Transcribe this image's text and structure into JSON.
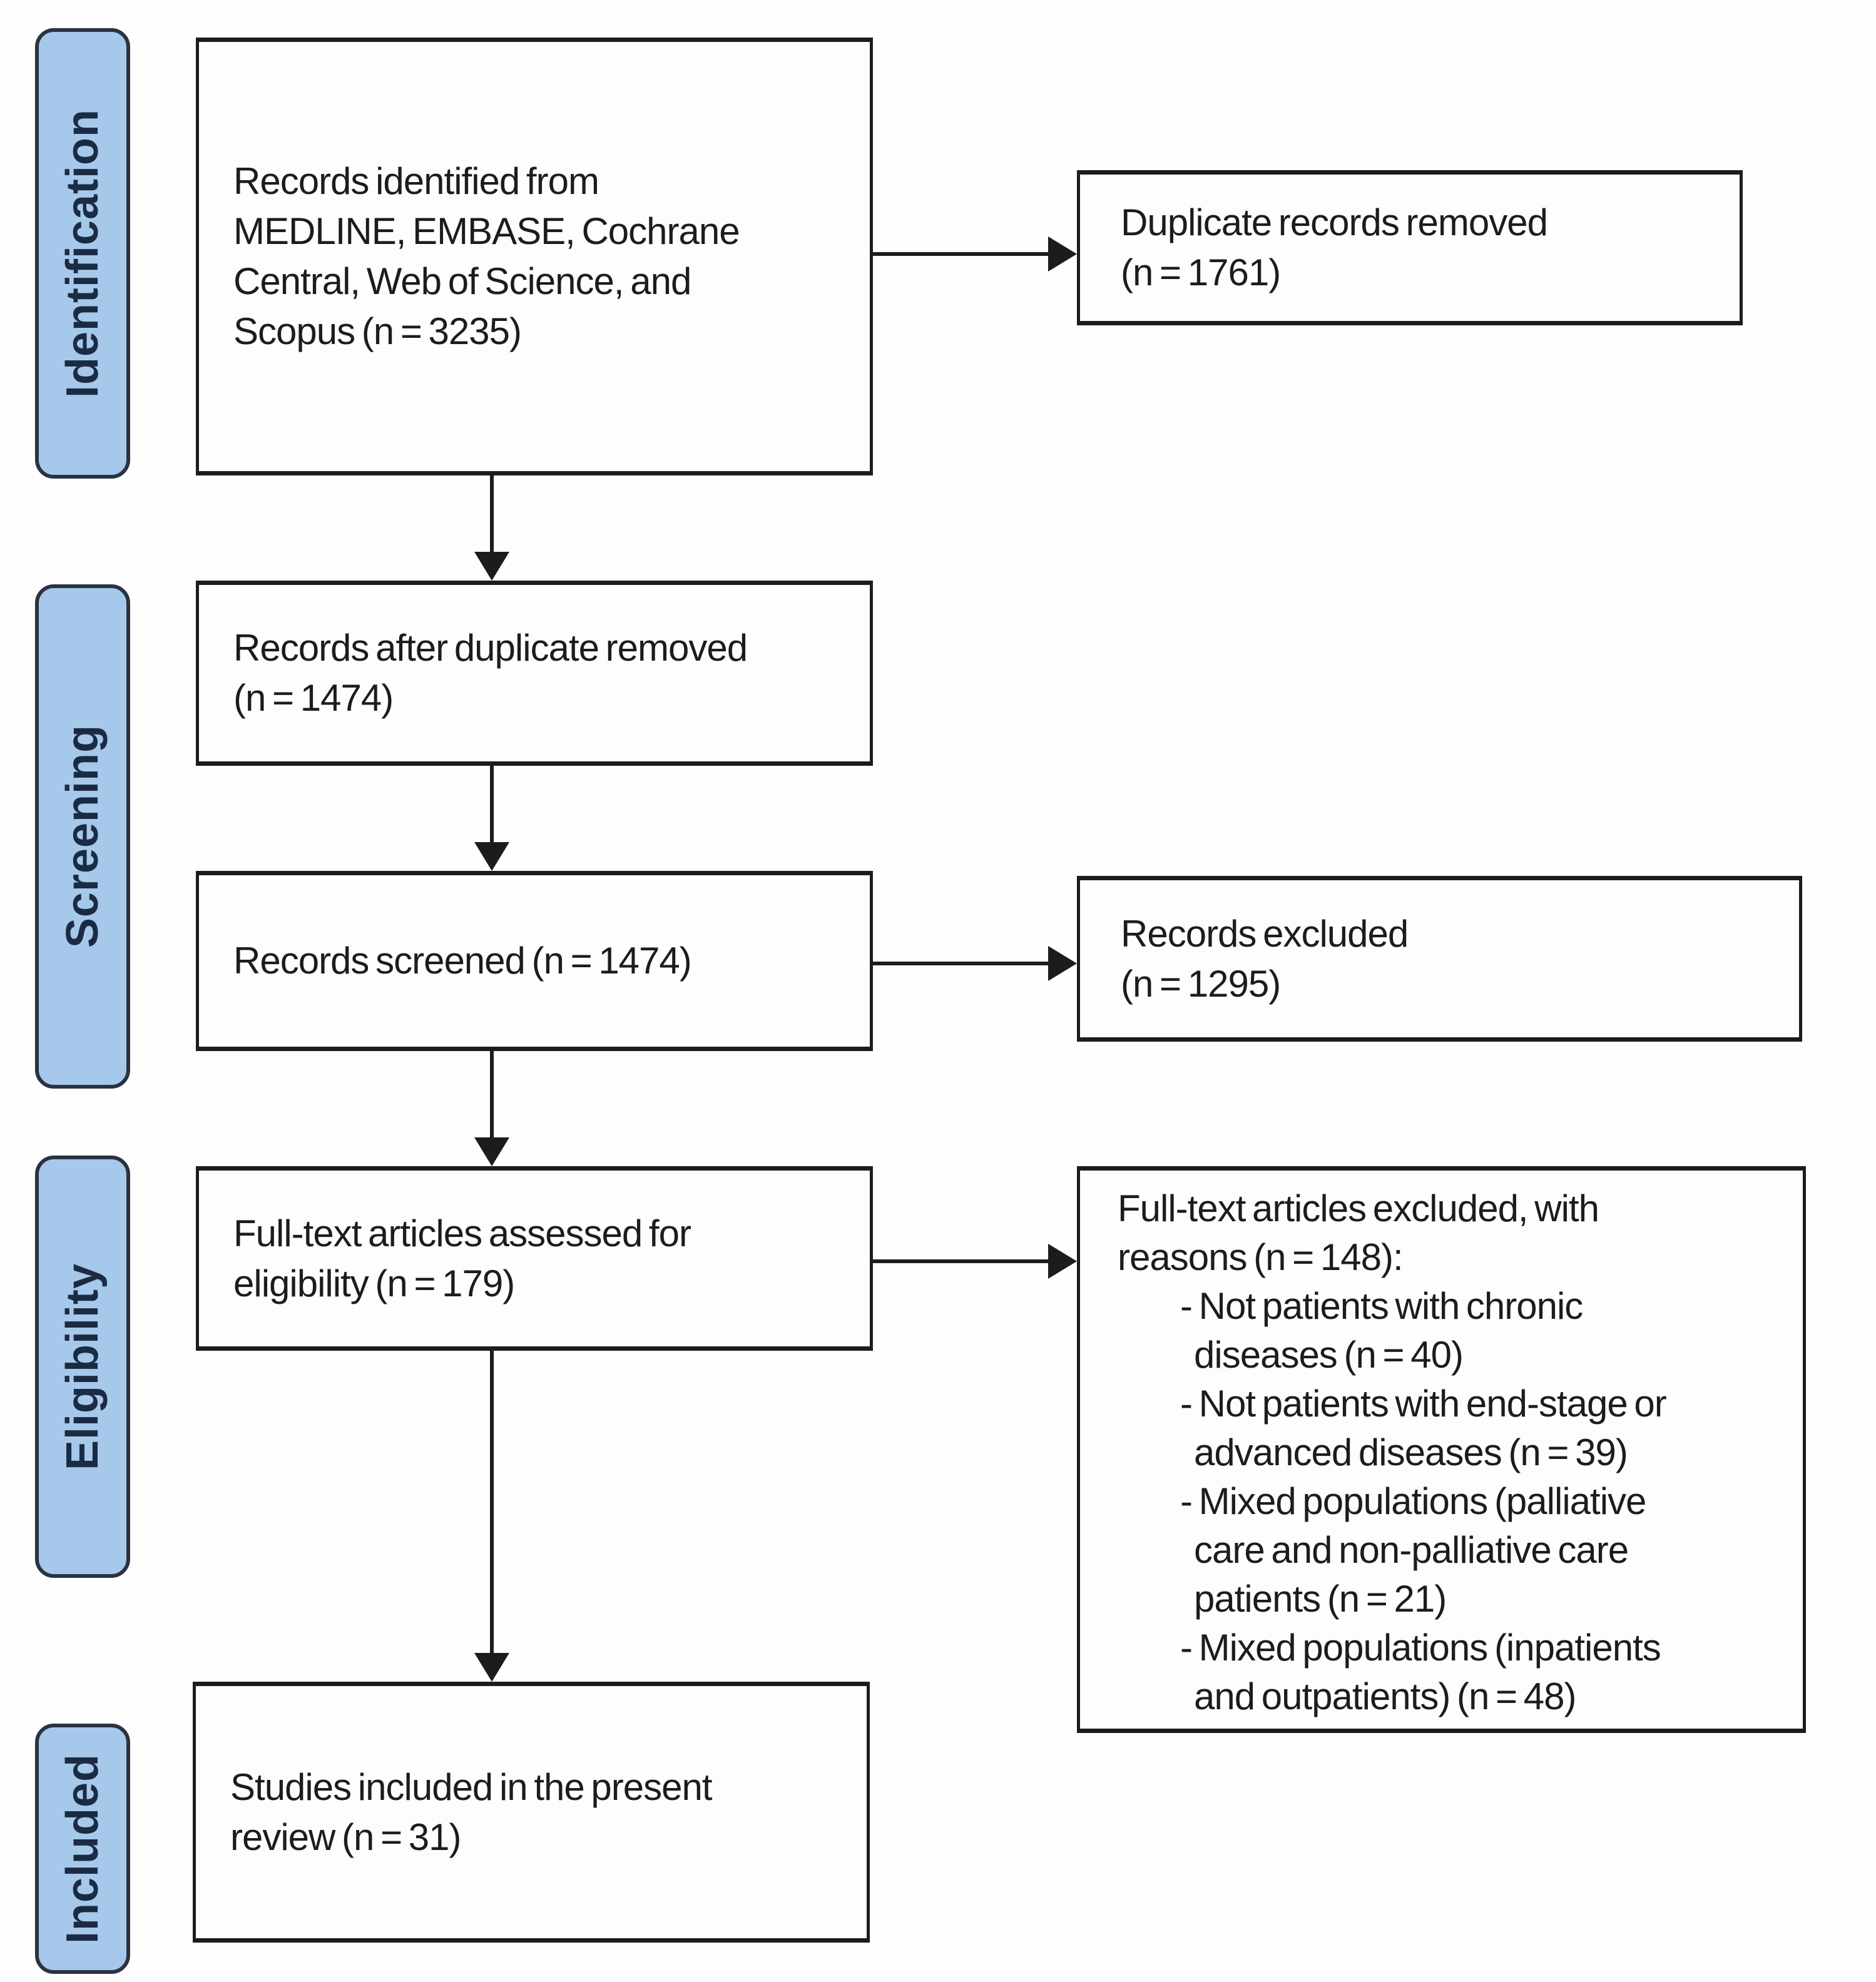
{
  "stages": {
    "identification": "Identification",
    "screening": "Screening",
    "eligibility": "Eligibility",
    "included": "Included"
  },
  "flow": {
    "records_identified": {
      "lines": [
        "Records identified from",
        "MEDLINE, EMBASE, Cochrane",
        "Central, Web of Science, and",
        "Scopus (n = 3235)"
      ],
      "n": "3235"
    },
    "records_after_duplicate": {
      "lines": [
        "Records after duplicate removed",
        "(n = 1474)"
      ],
      "n": "1474"
    },
    "records_screened": {
      "lines": [
        "Records screened (n = 1474)"
      ],
      "n": "1474"
    },
    "fulltext_assessed": {
      "lines": [
        "Full-text articles assessed for",
        "eligibility (n = 179)"
      ],
      "n": "179"
    },
    "studies_included": {
      "lines": [
        "Studies included in the present",
        "review (n = 31)"
      ],
      "n": "31"
    }
  },
  "side": {
    "duplicates_removed": {
      "lines": [
        "Duplicate records removed",
        "(n = 1761)"
      ],
      "n": "1761"
    },
    "records_excluded": {
      "lines": [
        "Records excluded",
        "(n = 1295)"
      ],
      "n": "1295"
    },
    "fulltext_excluded": {
      "lines": [
        "Full-text articles excluded, with",
        "reasons (n = 148):",
        "- Not patients with chronic",
        "diseases (n = 40)",
        "- Not patients with end-stage or",
        "advanced diseases (n = 39)",
        "- Mixed populations (palliative",
        "care and non-palliative care",
        "patients (n = 21)",
        "- Mixed populations (inpatients",
        "and outpatients) (n = 48)"
      ],
      "n": "148",
      "reason_counts": [
        "40",
        "39",
        "21",
        "48"
      ]
    }
  },
  "colors": {
    "stage_fill": "#a6c8ea",
    "stage_border": "#2a3340",
    "stage_text": "#1b2b44",
    "box_border": "#1c1c1c",
    "text": "#1c1c1c",
    "background": "#fefefe"
  }
}
